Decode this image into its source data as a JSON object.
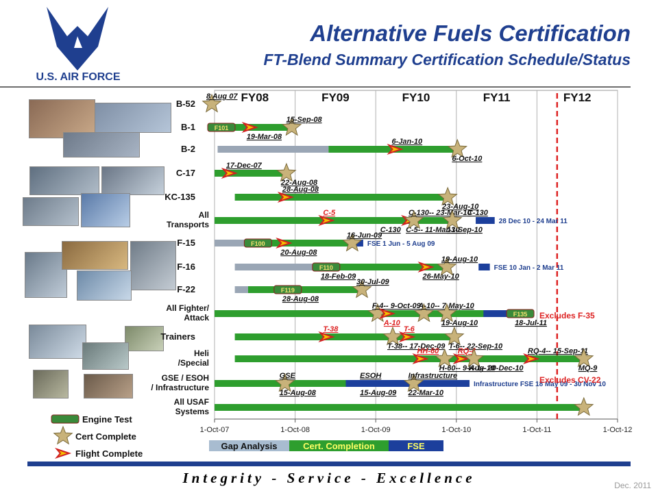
{
  "header": {
    "title": "Alternative Fuels Certification",
    "subtitle": "FT-Blend Summary Certification Schedule/Status",
    "logo_text": "U.S. AIR FORCE"
  },
  "footer": {
    "motto": "Integrity - Service - Excellence",
    "date": "Dec. 2011"
  },
  "colors": {
    "navy": "#1f3f8f",
    "cert_green": "#2e9e2e",
    "gap_gray": "#9aa6b5",
    "fse_blue": "#1c3f9c",
    "deadline_red": "#dd2222"
  },
  "chart_data": {
    "type": "gantt",
    "title": "FT-Blend Summary Certification Schedule/Status",
    "fiscal_years": [
      "FY08",
      "FY09",
      "FY10",
      "FY11",
      "FY12"
    ],
    "x_ticks": [
      "1-Oct-07",
      "1-Oct-08",
      "1-Oct-09",
      "1-Oct-10",
      "1-Oct-11",
      "1-Oct-12"
    ],
    "xlim": [
      "2007-10-01",
      "2012-10-01"
    ],
    "current_marker": "2012-01-01",
    "rows": [
      {
        "label": "B-52",
        "bars": [],
        "markers": [
          {
            "kind": "cert",
            "date": "2007-08-08",
            "label": "8 Aug 07"
          }
        ]
      },
      {
        "label": "B-1",
        "bars": [
          {
            "type": "cert",
            "start": "2007-10-01",
            "end": "2008-09-15"
          }
        ],
        "markers": [
          {
            "kind": "engine",
            "date": "2007-11-01",
            "label": "F101"
          },
          {
            "kind": "flight",
            "date": "2008-03-19",
            "label": "19-Mar-08"
          },
          {
            "kind": "cert",
            "date": "2008-09-15",
            "label": "15-Sep-08"
          }
        ]
      },
      {
        "label": "B-2",
        "bars": [
          {
            "type": "gap",
            "start": "2007-10-15",
            "end": "2009-03-01"
          },
          {
            "type": "cert",
            "start": "2009-03-01",
            "end": "2010-10-06"
          }
        ],
        "markers": [
          {
            "kind": "flight",
            "date": "2010-01-06",
            "label": "6-Jan-10"
          },
          {
            "kind": "cert",
            "date": "2010-10-06",
            "label": "6-Oct-10"
          }
        ]
      },
      {
        "label": "C-17",
        "bars": [
          {
            "type": "cert",
            "start": "2007-10-01",
            "end": "2008-08-22"
          }
        ],
        "markers": [
          {
            "kind": "flight",
            "date": "2007-12-17",
            "label": "17-Dec-07"
          },
          {
            "kind": "cert",
            "date": "2008-08-22",
            "label": "22-Aug-08"
          }
        ]
      },
      {
        "label": "KC-135",
        "bars": [
          {
            "type": "cert",
            "start": "2008-01-01",
            "end": "2010-08-23"
          }
        ],
        "markers": [
          {
            "kind": "flight",
            "date": "2008-08-28",
            "label": "28-Aug-08"
          },
          {
            "kind": "cert",
            "date": "2010-08-23",
            "label": "23-Aug-10"
          }
        ]
      },
      {
        "label": "All Transports",
        "bars": [
          {
            "type": "cert",
            "start": "2007-10-01",
            "end": "2010-09-13"
          },
          {
            "type": "fse",
            "start": "2010-12-28",
            "end": "2011-03-24",
            "label": "28 Dec 10 - 24 Mar 11"
          }
        ],
        "markers": [
          {
            "kind": "flight",
            "date": "2009-03-01",
            "label": "C-5"
          },
          {
            "kind": "flight",
            "date": "2010-03-11",
            "label": "C-5-- 11-Mar-10"
          },
          {
            "kind": "cert",
            "date": "2010-03-23",
            "label": "C-130-- 23-Mar-10"
          },
          {
            "kind": "cert",
            "date": "2010-09-13",
            "label": "13-Sep-10"
          },
          {
            "kind": "text",
            "date": "2010-12-15",
            "label": "C-130"
          },
          {
            "kind": "text",
            "date": "2009-11-15",
            "label": "C-130"
          }
        ]
      },
      {
        "label": "F-15",
        "bars": [
          {
            "type": "gap",
            "start": "2007-10-01",
            "end": "2008-03-01"
          },
          {
            "type": "cert",
            "start": "2008-03-01",
            "end": "2009-06-16"
          },
          {
            "type": "fse",
            "start": "2009-06-01",
            "end": "2009-08-05",
            "label": "FSE  1 Jun - 5 Aug 09"
          }
        ],
        "markers": [
          {
            "kind": "engine",
            "date": "2008-04-15",
            "label": "F100"
          },
          {
            "kind": "flight",
            "date": "2008-08-20",
            "label": "20-Aug-08"
          },
          {
            "kind": "cert",
            "date": "2009-06-16",
            "label": "16-Jun-09"
          }
        ]
      },
      {
        "label": "F-16",
        "bars": [
          {
            "type": "gap",
            "start": "2008-01-01",
            "end": "2009-01-01"
          },
          {
            "type": "cert",
            "start": "2009-01-01",
            "end": "2010-08-19"
          },
          {
            "type": "fse",
            "start": "2011-01-10",
            "end": "2011-03-02",
            "label": "FSE  10 Jan - 2 Mar 11"
          }
        ],
        "markers": [
          {
            "kind": "engine",
            "date": "2009-02-18",
            "label": "F110"
          },
          {
            "kind": "flight",
            "date": "2010-05-26",
            "label": "26-May-10"
          },
          {
            "kind": "cert",
            "date": "2010-08-19",
            "label": "19-Aug-10"
          },
          {
            "kind": "text",
            "date": "2009-02-18",
            "label": "18-Feb-09"
          }
        ]
      },
      {
        "label": "F-22",
        "bars": [
          {
            "type": "gap",
            "start": "2008-01-01",
            "end": "2008-03-01"
          },
          {
            "type": "cert",
            "start": "2008-03-01",
            "end": "2009-07-30"
          }
        ],
        "markers": [
          {
            "kind": "engine",
            "date": "2008-08-28",
            "label": "F119"
          },
          {
            "kind": "text",
            "date": "2008-08-28",
            "label": "28-Aug-08"
          },
          {
            "kind": "cert",
            "date": "2009-07-30",
            "label": "30-Jul-09"
          }
        ]
      },
      {
        "label": "All Fighter/ Attack",
        "bars": [
          {
            "type": "cert",
            "start": "2007-10-01",
            "end": "2011-07-18"
          },
          {
            "type": "fse",
            "start": "2011-02-01",
            "end": "2011-07-18"
          }
        ],
        "markers": [
          {
            "kind": "cert",
            "date": "2009-10-09",
            "label": "F-4-- 9-Oct-09"
          },
          {
            "kind": "flight",
            "date": "2009-12-01",
            "label": "A-10"
          },
          {
            "kind": "cert",
            "date": "2010-05-07",
            "label": "A-10-- 7-May-10"
          },
          {
            "kind": "cert",
            "date": "2010-08-19",
            "label": "19-Aug-10"
          },
          {
            "kind": "engine",
            "date": "2011-07-18",
            "label": "F135"
          },
          {
            "kind": "text",
            "date": "2011-07-18",
            "label": "18-Jul-11"
          }
        ]
      },
      {
        "label": "Trainers",
        "bars": [
          {
            "type": "cert",
            "start": "2008-01-01",
            "end": "2010-09-22"
          }
        ],
        "markers": [
          {
            "kind": "flight",
            "date": "2009-03-01",
            "label": "T-38"
          },
          {
            "kind": "cert",
            "date": "2009-12-17",
            "label": "T-38-- 17-Dec-09"
          },
          {
            "kind": "flight",
            "date": "2010-03-01",
            "label": "T-6"
          },
          {
            "kind": "cert",
            "date": "2010-09-22",
            "label": "T-6-- 22-Sep-10"
          }
        ]
      },
      {
        "label": "Heli /Special",
        "bars": [
          {
            "type": "cert",
            "start": "2008-01-01",
            "end": "2012-05-01"
          }
        ],
        "markers": [
          {
            "kind": "flight",
            "date": "2010-05-01",
            "label": "HH-60"
          },
          {
            "kind": "cert",
            "date": "2010-08-09",
            "label": "H-60-- 9-Aug-10"
          },
          {
            "kind": "flight",
            "date": "2010-11-01",
            "label": "RQ-4"
          },
          {
            "kind": "cert",
            "date": "2010-12-20",
            "label": "H-1-- 20-Dec-10"
          },
          {
            "kind": "flight",
            "date": "2011-09-15",
            "label": "RQ-4-- 15-Sep-11"
          },
          {
            "kind": "cert",
            "date": "2012-05-01",
            "label": "MQ-9"
          }
        ]
      },
      {
        "label": "GSE / ESOH / Infrastructure",
        "bars": [
          {
            "type": "cert",
            "start": "2007-10-01",
            "end": "2010-03-22"
          },
          {
            "type": "fse",
            "start": "2009-05-18",
            "end": "2010-11-30",
            "label": "Infrastructure FSE 18 May 09 - 30 Nov 10"
          }
        ],
        "markers": [
          {
            "kind": "cert",
            "date": "2008-08-15",
            "label": "GSE"
          },
          {
            "kind": "text",
            "date": "2008-08-15",
            "label": "15-Aug-08"
          },
          {
            "kind": "text",
            "date": "2009-08-15",
            "label": "ESOH"
          },
          {
            "kind": "text",
            "date": "2009-08-15",
            "label": "15-Aug-09"
          },
          {
            "kind": "cert",
            "date": "2010-03-22",
            "label": "Infrastructure"
          },
          {
            "kind": "text",
            "date": "2010-03-22",
            "label": "22-Mar-10"
          }
        ]
      },
      {
        "label": "All USAF Systems",
        "bars": [
          {
            "type": "cert",
            "start": "2007-10-01",
            "end": "2012-05-01"
          }
        ],
        "markers": [
          {
            "kind": "cert",
            "date": "2012-05-01",
            "label": ""
          }
        ]
      }
    ],
    "annotations": [
      "Excludes F-35",
      "Excludes CV-22"
    ],
    "legend_markers": [
      "Engine Test",
      "Cert Complete",
      "Flight Complete"
    ],
    "phase_legend": [
      "Gap Analysis",
      "Cert. Completion",
      "FSE"
    ]
  }
}
